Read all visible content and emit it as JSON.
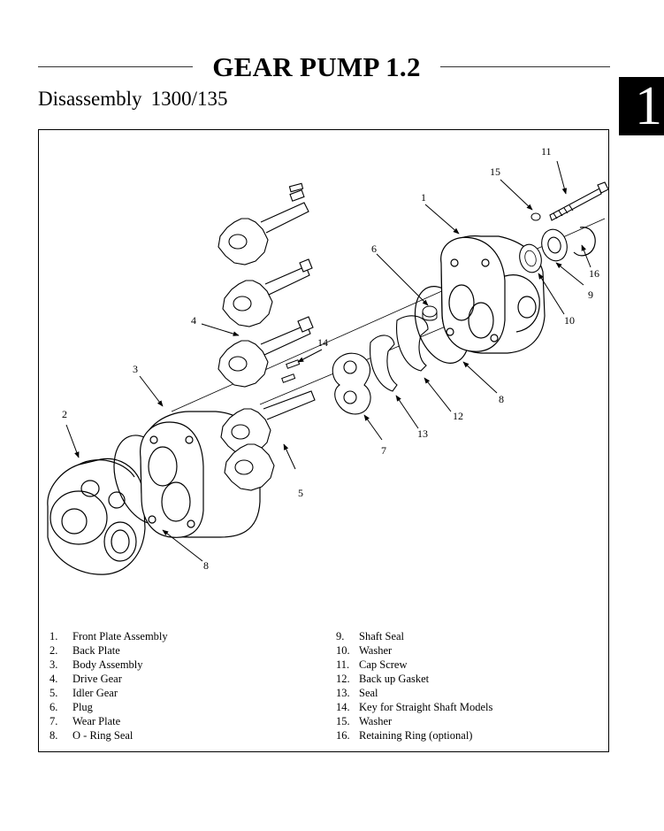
{
  "header": {
    "title": "GEAR PUMP 1.2",
    "subtitle": "Disassembly",
    "model": "1300/135",
    "chapter_tab": "1"
  },
  "diagram": {
    "callouts": [
      "1",
      "2",
      "3",
      "4",
      "5",
      "6",
      "7",
      "8",
      "8",
      "9",
      "10",
      "11",
      "12",
      "13",
      "14",
      "15",
      "16"
    ]
  },
  "legend": {
    "left": [
      {
        "num": "1.",
        "label": "Front Plate Assembly"
      },
      {
        "num": "2.",
        "label": "Back Plate"
      },
      {
        "num": "3.",
        "label": "Body Assembly"
      },
      {
        "num": "4.",
        "label": "Drive Gear"
      },
      {
        "num": "5.",
        "label": "Idler Gear"
      },
      {
        "num": "6.",
        "label": "Plug"
      },
      {
        "num": "7.",
        "label": "Wear Plate"
      },
      {
        "num": "8.",
        "label": "O - Ring Seal"
      }
    ],
    "right": [
      {
        "num": "9.",
        "label": "Shaft Seal"
      },
      {
        "num": "10.",
        "label": "Washer"
      },
      {
        "num": "11.",
        "label": "Cap Screw"
      },
      {
        "num": "12.",
        "label": "Back up Gasket"
      },
      {
        "num": "13.",
        "label": "Seal"
      },
      {
        "num": "14.",
        "label": "Key for Straight Shaft Models"
      },
      {
        "num": "15.",
        "label": "Washer"
      },
      {
        "num": "16.",
        "label": "Retaining Ring (optional)"
      }
    ]
  }
}
